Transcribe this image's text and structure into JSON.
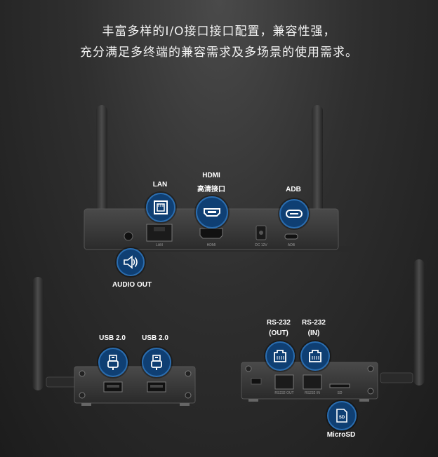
{
  "headline": {
    "line1": "丰富多样的I/O接口接口配置，兼容性强，",
    "line2": "充分满足多终端的兼容需求及多场景的使用需求。"
  },
  "top_device": {
    "labels": {
      "lan": "LAN",
      "hdmi_1": "HDMI",
      "hdmi_2": "高清接口",
      "adb": "ADB",
      "audio": "AUDIO OUT"
    },
    "port_print": {
      "lan": "LAN",
      "hdmi": "HDMI",
      "dc": "DC 12V",
      "adb": "ADB"
    }
  },
  "left_device": {
    "labels": {
      "usb_a": "USB 2.0",
      "usb_b": "USB 2.0"
    }
  },
  "right_device": {
    "labels": {
      "rs232_out_1": "RS-232",
      "rs232_out_2": "(OUT)",
      "rs232_in_1": "RS-232",
      "rs232_in_2": "(IN)",
      "microsd": "MicroSD",
      "sd_icon": "SD"
    },
    "port_print": {
      "out": "RS232  OUT",
      "in": "RS232  IN",
      "sd": "SD"
    }
  },
  "colors": {
    "badge": "#0f3f73",
    "badge_ring": "#2a6db0",
    "device": "#3a3a3a"
  }
}
